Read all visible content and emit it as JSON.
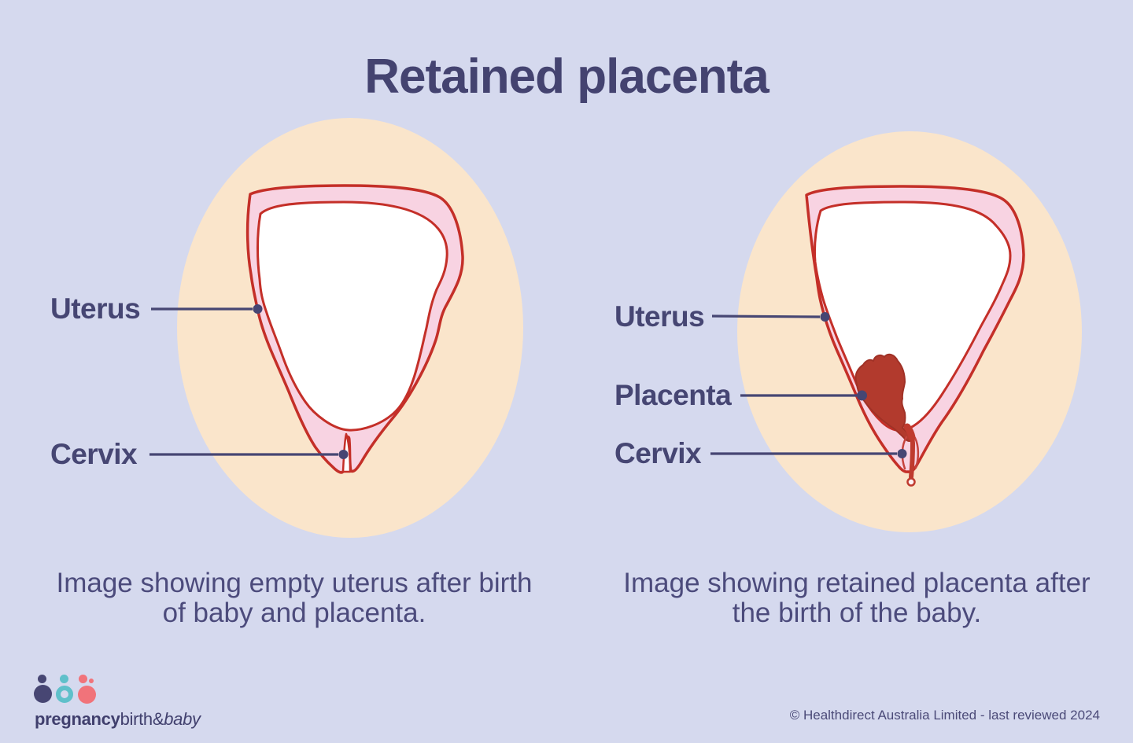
{
  "title": "Retained placenta",
  "colors": {
    "background": "#d5d9ee",
    "circle_peach": "#fae5cb",
    "uterus_wall_pink": "#f8d3e2",
    "outline_red": "#c42f28",
    "placenta_red": "#b23a2d",
    "text_navy": "#464673",
    "caption_navy": "#4c4b7c",
    "logo_purple": "#474673",
    "logo_teal": "#5fc0ca",
    "logo_coral": "#f1737a"
  },
  "left_panel": {
    "uterus_label": "Uterus",
    "cervix_label": "Cervix",
    "caption": [
      "Image showing empty uterus after birth",
      "of baby and placenta."
    ]
  },
  "right_panel": {
    "uterus_label": "Uterus",
    "placenta_label": "Placenta",
    "cervix_label": "Cervix",
    "caption": [
      "Image showing retained placenta after",
      "the birth of the baby."
    ]
  },
  "footer": {
    "brand_bold": "pregnancy",
    "brand_regular": "birth&",
    "brand_italic": "baby",
    "copyright": "© Healthdirect Australia Limited - last reviewed 2024"
  }
}
